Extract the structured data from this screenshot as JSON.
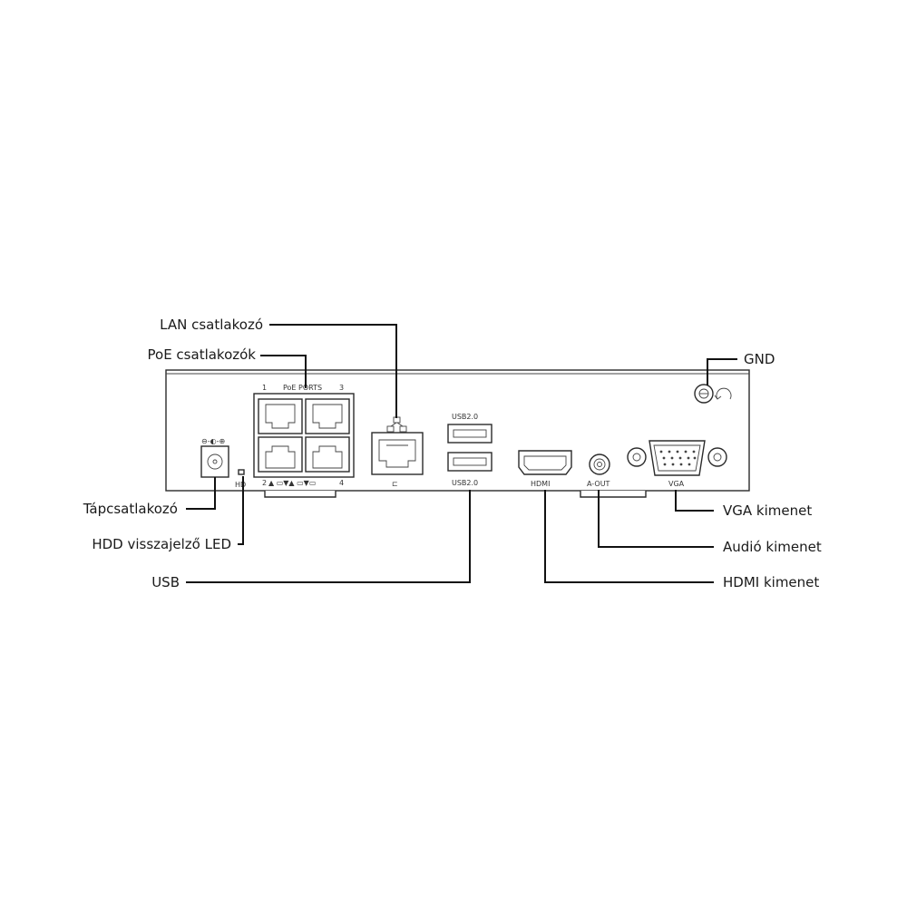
{
  "callouts": {
    "lan": "LAN csatlakozó",
    "poe": "PoE csatlakozók",
    "gnd": "GND",
    "power": "Tápcsatlakozó",
    "hdd_led": "HDD visszajelző LED",
    "usb": "USB",
    "vga": "VGA kimenet",
    "audio": "Audió kimenet",
    "hdmi": "HDMI kimenet"
  },
  "panel_labels": {
    "poe_ports": "PoE PORTS",
    "poe_port_1": "1",
    "poe_port_2": "2",
    "poe_port_3": "3",
    "poe_port_4": "4",
    "usb_top": "USB2.0",
    "usb_bottom": "USB2.0",
    "hdmi": "HDMI",
    "audio": "A-OUT",
    "vga": "VGA",
    "hdd": "HD"
  }
}
